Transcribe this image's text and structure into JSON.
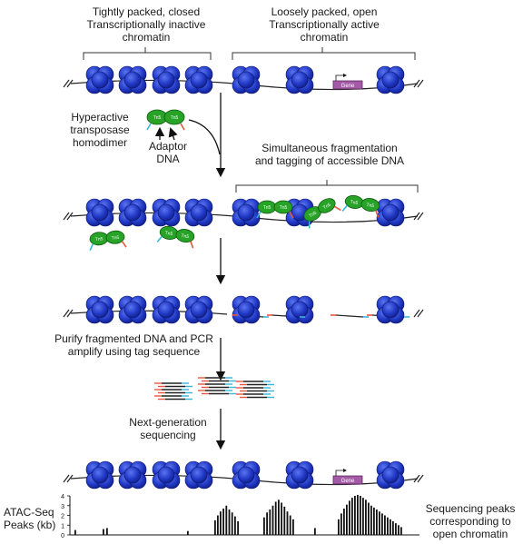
{
  "header": {
    "closed_label": [
      "Tightly packed, closed",
      "Transcriptionally inactive",
      "chromatin"
    ],
    "open_label": [
      "Loosely packed, open",
      "Transcriptionally active",
      "chromatin"
    ]
  },
  "steps": {
    "transposase_label": [
      "Hyperactive",
      "transposase",
      "homodimer"
    ],
    "adaptor_label": [
      "Adaptor",
      "DNA"
    ],
    "fragmentation_label": [
      "Simultaneous fragmentation",
      "and tagging of accessible DNA"
    ],
    "purify_label": [
      "Purify fragmented DNA and PCR",
      "amplify using tag sequence"
    ],
    "sequencing_label": [
      "Next-generation",
      "sequencing"
    ]
  },
  "track": {
    "ylabel": [
      "ATAC-Seq",
      "Peaks (kb)"
    ],
    "yticks": [
      "4",
      "3",
      "2",
      "1",
      "0"
    ],
    "side_label": [
      "Sequencing peaks",
      "corresponding to",
      "open chromatin"
    ]
  },
  "gene_label": "Gene",
  "tn5_label": "Tn5",
  "colors": {
    "nucleosome": "#1d34b8",
    "nucleosome_light": "#4a62e6",
    "gene_box": "#a45aa6",
    "tn5": "#27a327",
    "adaptor_red": "#e8553c",
    "adaptor_cyan": "#38b6d8",
    "dna": "#222222"
  },
  "chart_data": {
    "type": "bar",
    "ylabel": "ATAC-Seq Peaks (kb)",
    "ylim": [
      0,
      4
    ],
    "yticks": [
      0,
      1,
      2,
      3,
      4
    ],
    "values": [
      0.5,
      0.6,
      0.7,
      0.4,
      1.5,
      2.0,
      2.4,
      2.7,
      3.0,
      2.6,
      2.3,
      1.9,
      1.4,
      1.8,
      2.3,
      2.6,
      3.0,
      3.4,
      3.6,
      3.3,
      2.9,
      2.4,
      2.0,
      1.6,
      0.7,
      1.6,
      2.2,
      2.7,
      3.1,
      3.5,
      3.8,
      4.0,
      4.1,
      4.0,
      3.8,
      3.6,
      3.3,
      3.0,
      2.8,
      2.6,
      2.4,
      2.2,
      2.0,
      1.8,
      1.6,
      1.4,
      1.2,
      1.0,
      0.8
    ]
  }
}
